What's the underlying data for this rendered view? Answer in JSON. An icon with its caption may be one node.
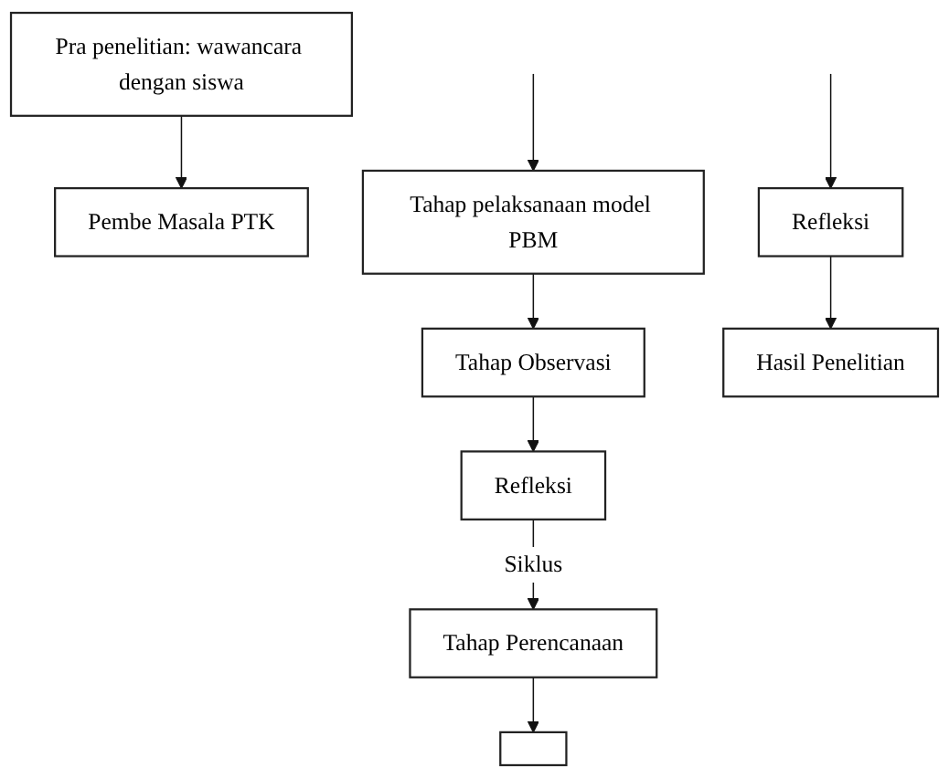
{
  "diagram": {
    "nodes": [
      {
        "text": [
          "Pra penelitian: wawancara dengan siswa"
        ]
      },
      {
        "text": [
          "Pembe Masala PTK"
        ]
      },
      {
        "text": [
          "Tahap Observasi"
        ]
      },
      {
        "text": [
          "Tahap pelaksanaan model PBM"
        ]
      },
      {
        "text": [
          "Refleksi"
        ]
      },
      {
        "text": [
          "Tahap Perencanaan"
        ]
      },
      {
        "text": [],
        "shape": "box"
      },
      {
        "text": [
          "Hasil Penelitian"
        ]
      },
      {
        "text": [
          "Refleksi"
        ]
      }
    ],
    "edges": [
      {
        "from": 0,
        "to": 1,
        "arrow": "to"
      },
      {
        "from": null,
        "to": 3,
        "arrow": "to"
      },
      {
        "from": 3,
        "to": 2,
        "arrow": "to"
      },
      {
        "from": 2,
        "to": 4,
        "arrow": "to"
      },
      {
        "from": 4,
        "to": 5,
        "arrow": "to",
        "label": "Siklus"
      },
      {
        "from": 5,
        "to": 6,
        "arrow": "to"
      },
      {
        "from": null,
        "to": 8,
        "arrow": "to"
      },
      {
        "from": 8,
        "to": 7,
        "arrow": "to"
      }
    ]
  }
}
